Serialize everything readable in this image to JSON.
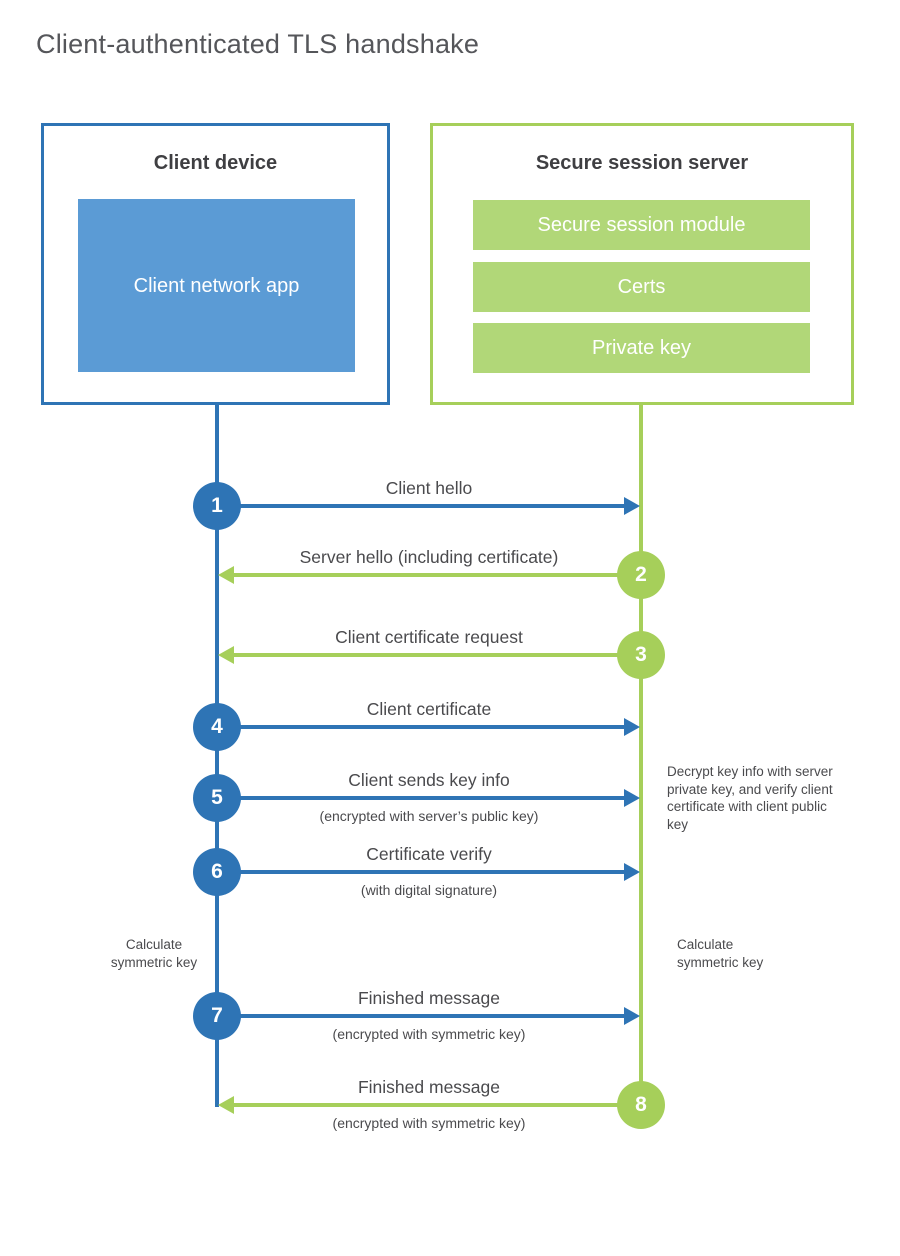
{
  "title": "Client-authenticated TLS handshake",
  "client": {
    "title": "Client device",
    "app_label": "Client network app"
  },
  "server": {
    "title": "Secure session server",
    "modules": [
      "Secure session module",
      "Certs",
      "Private key"
    ]
  },
  "steps": [
    {
      "num": "1",
      "label": "Client hello",
      "direction": "right",
      "actor": "client"
    },
    {
      "num": "2",
      "label": "Server hello (including certificate)",
      "direction": "left",
      "actor": "server"
    },
    {
      "num": "3",
      "label": "Client certificate request",
      "direction": "left",
      "actor": "server"
    },
    {
      "num": "4",
      "label": "Client certificate",
      "direction": "right",
      "actor": "client"
    },
    {
      "num": "5",
      "label": "Client sends key info",
      "sublabel": "(encrypted with server’s public key)",
      "direction": "right",
      "actor": "client"
    },
    {
      "num": "6",
      "label": "Certificate verify",
      "sublabel": "(with digital signature)",
      "direction": "right",
      "actor": "client"
    },
    {
      "num": "7",
      "label": "Finished message",
      "sublabel": "(encrypted with symmetric key)",
      "direction": "right",
      "actor": "client"
    },
    {
      "num": "8",
      "label": "Finished message",
      "sublabel": "(encrypted with symmetric key)",
      "direction": "left",
      "actor": "server"
    }
  ],
  "notes": {
    "decrypt_note": "Decrypt key info with server private key, and verify client certificate with client public key",
    "calc_left": "Calculate symmetric key",
    "calc_right": "Calculate symmetric key"
  },
  "colors": {
    "blue": "#2e74b5",
    "blue_fill": "#5b9bd5",
    "green": "#a6cf5a",
    "green_fill": "#b1d778",
    "heading_text": "#3f3f42",
    "label_text": "#4a4a4d",
    "title_text": "#55565a"
  }
}
